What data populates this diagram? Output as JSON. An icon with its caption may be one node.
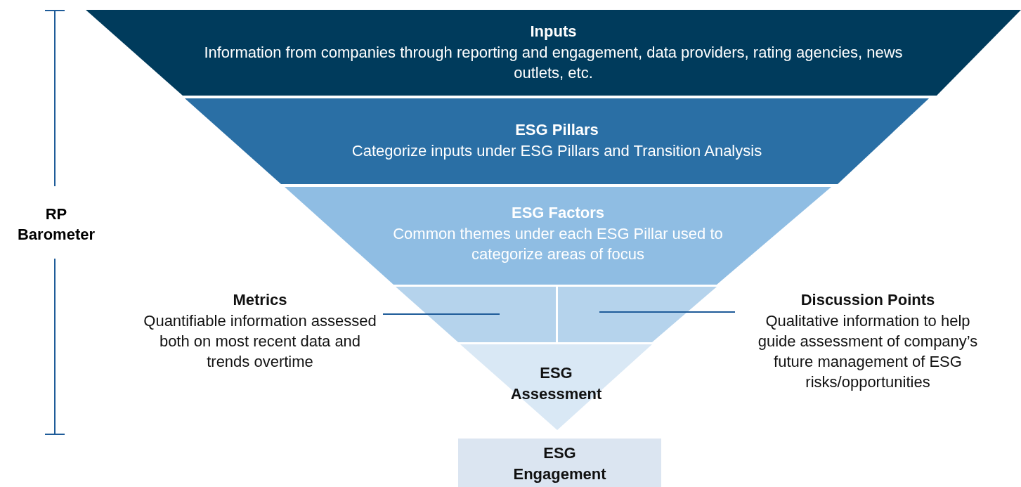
{
  "diagram": {
    "nodes": [
      {
        "text": [
          "Inputs",
          "Information from companies through reporting and engagement, data providers, rating agencies, news outlets, etc."
        ]
      },
      {
        "text": [
          "ESG Pillars",
          "Categorize inputs under ESG Pillars and Transition Analysis"
        ]
      },
      {
        "text": [
          "ESG Factors",
          "Common themes under each ESG Pillar used to categorize areas of focus"
        ]
      },
      {
        "text": [
          "Metrics",
          "Quantifiable information assessed both on most recent data and trends overtime"
        ]
      },
      {
        "text": [],
        "shape": "trapezoid"
      },
      {
        "text": [],
        "shape": "trapezoid"
      },
      {
        "text": [
          "Discussion Points",
          "Qualitative information to help guide assessment of company’s future management of ESG risks/opportunities"
        ]
      },
      {
        "text": [
          "ESG Assessment"
        ]
      },
      {
        "text": [
          "ESG Engagement"
        ]
      }
    ],
    "edges": [
      {
        "from": 3,
        "to": 4,
        "arrow": "none"
      },
      {
        "from": 6,
        "to": 5,
        "arrow": "none"
      }
    ],
    "labels": [
      "RP Barometer"
    ]
  }
}
